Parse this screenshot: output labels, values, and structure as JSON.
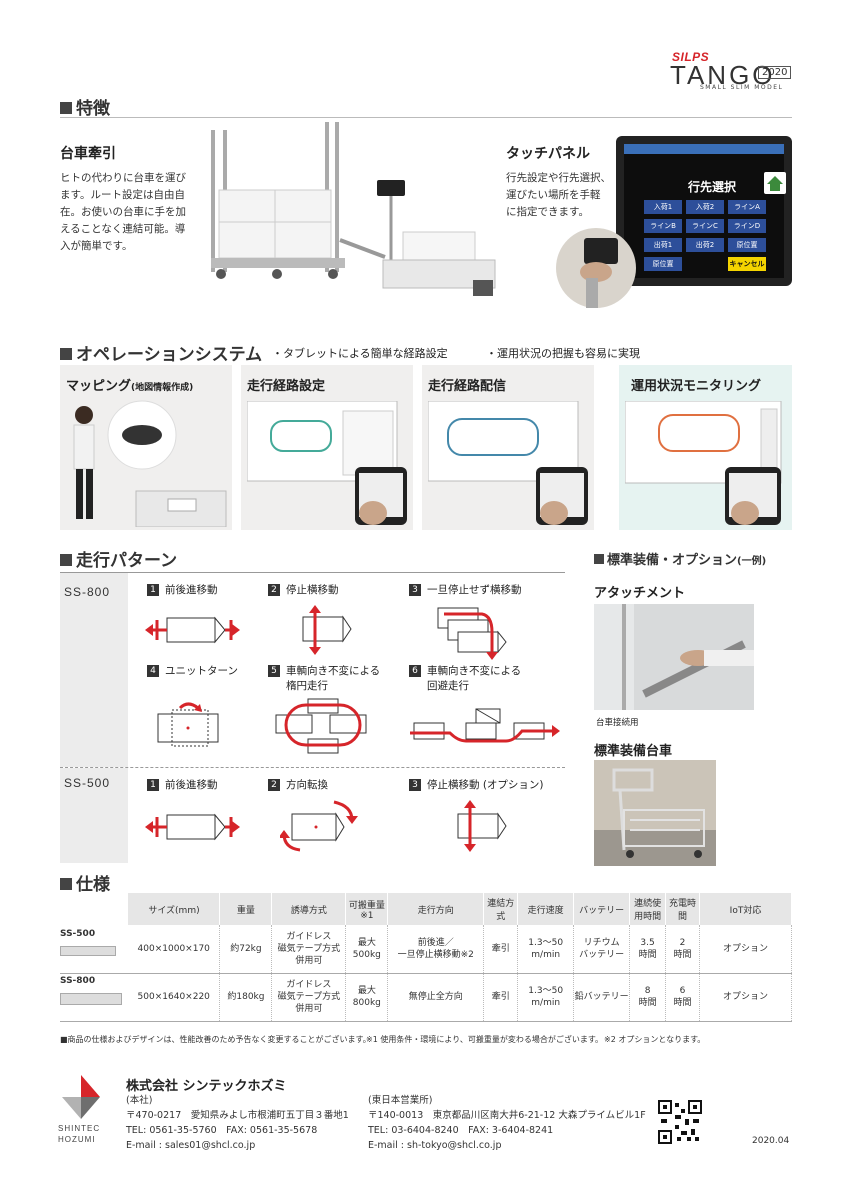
{
  "brand": {
    "silps": "SILPS",
    "tango": "TANGO",
    "year": "2020",
    "sub": "SMALL SLIM MODEL"
  },
  "features": {
    "heading": "特徴",
    "towing": {
      "title": "台車牽引",
      "lines": [
        "ヒトの代わりに台車を運び",
        "ます。ルート設定は自由自",
        "在。お使いの台車に手を加",
        "えることなく連結可能。導",
        "入が簡単です。"
      ]
    },
    "touch": {
      "title": "タッチパネル",
      "lines": [
        "行先設定や行先選択、",
        "運びたい場所を手軽",
        "に指定できます。"
      ]
    },
    "tablet": {
      "title": "行先選択",
      "buttons": [
        "入荷1",
        "入荷2",
        "ラインA",
        "ラインB",
        "ラインC",
        "ラインD",
        "出荷1",
        "出荷2",
        "原位置",
        "原位置",
        "キャンセル"
      ]
    }
  },
  "operation": {
    "heading": "オペレーションシステム",
    "points": [
      "・タブレットによる簡単な経路設定",
      "・運用状況の把握も容易に実現"
    ],
    "panels": [
      {
        "title": "マッピング",
        "small": "(地図情報作成)"
      },
      {
        "title": "走行経路設定",
        "small": ""
      },
      {
        "title": "走行経路配信",
        "small": ""
      },
      {
        "title": "運用状況モニタリング",
        "small": ""
      }
    ]
  },
  "patterns": {
    "heading": "走行パターン",
    "ss800": {
      "label": "SS-800",
      "items": [
        {
          "n": "1",
          "l1": "前後進移動",
          "l2": ""
        },
        {
          "n": "2",
          "l1": "停止横移動",
          "l2": ""
        },
        {
          "n": "3",
          "l1": "一旦停止せず横移動",
          "l2": ""
        },
        {
          "n": "4",
          "l1": "ユニットターン",
          "l2": ""
        },
        {
          "n": "5",
          "l1": "車輌向き不変による",
          "l2": "楕円走行"
        },
        {
          "n": "6",
          "l1": "車輌向き不変による",
          "l2": "回避走行"
        }
      ]
    },
    "ss500": {
      "label": "SS-500",
      "items": [
        {
          "n": "1",
          "l1": "前後進移動"
        },
        {
          "n": "2",
          "l1": "方向転換"
        },
        {
          "n": "3",
          "l1": "停止横移動 (オプション)"
        }
      ]
    }
  },
  "options": {
    "heading": "標準装備・オプション",
    "heading_small": "(一例)",
    "attachment": "アタッチメント",
    "attachment_caption": "台車接続用",
    "cart": "標準装備台車"
  },
  "spec": {
    "heading": "仕様",
    "headers": [
      "サイズ(mm)",
      "重量",
      "誘導方式",
      "可搬重量※1",
      "走行方向",
      "連結方式",
      "走行速度",
      "バッテリー",
      "連続使用時間",
      "充電時間",
      "IoT対応"
    ],
    "rows": [
      {
        "model": "SS-500",
        "cells": [
          "400×1000×170",
          "約72kg",
          "ガイドレス\n磁気テープ方式\n併用可",
          "最大\n500kg",
          "前後進／\n一旦停止横移動※2",
          "牽引",
          "1.3〜50\nm/min",
          "リチウム\nバッテリー",
          "3.5\n時間",
          "2\n時間",
          "オプション"
        ]
      },
      {
        "model": "SS-800",
        "cells": [
          "500×1640×220",
          "約180kg",
          "ガイドレス\n磁気テープ方式\n併用可",
          "最大\n800kg",
          "無停止全方向",
          "牽引",
          "1.3〜50\nm/min",
          "鉛バッテリー",
          "8\n時間",
          "6\n時間",
          "オプション"
        ]
      }
    ],
    "notes": [
      "■商品の仕様およびデザインは、性能改善のため予告なく変更することがございます。",
      "※1 使用条件・環境により、可搬重量が変わる場合がございます。",
      "※2 オプションとなります。"
    ]
  },
  "company": {
    "logo1": "SHINTEC",
    "logo2": "HOZUMI",
    "name": "株式会社 シンテックホズミ",
    "hq": [
      "(本社)",
      "〒470-0217　愛知県みよし市根浦町五丁目３番地1",
      "TEL: 0561-35-5760　FAX: 0561-35-5678",
      "E-mail : sales01@shcl.co.jp"
    ],
    "tokyo": [
      "(東日本営業所)",
      "〒140-0013　東京都品川区南大井6-21-12 大森プライムビル1F",
      "TEL: 03-6404-8240　FAX: 3-6404-8241",
      "E-mail : sh-tokyo@shcl.co.jp"
    ],
    "date": "2020.04"
  },
  "colors": {
    "accent": "#d6252a",
    "panel": "#f0efee",
    "pattern_bg": "#ececec"
  }
}
